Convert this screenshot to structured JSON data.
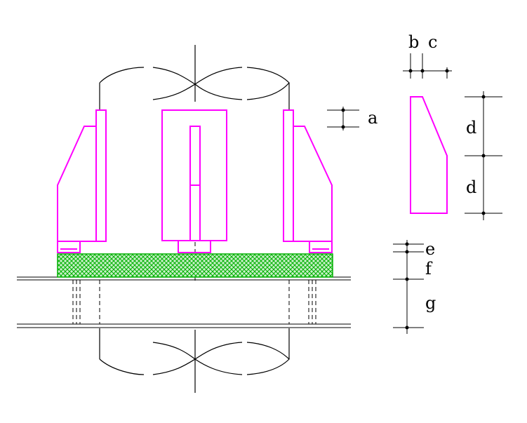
{
  "diagram": {
    "labels": {
      "a": "a",
      "b": "b",
      "c": "c",
      "d_upper": "d",
      "d_lower": "d",
      "e": "e",
      "f": "f",
      "g": "g"
    },
    "colors": {
      "line": "#000000",
      "part": "#ff00ff",
      "hatch": "#00c000",
      "hatch_fill": "#c8f0c8"
    }
  }
}
